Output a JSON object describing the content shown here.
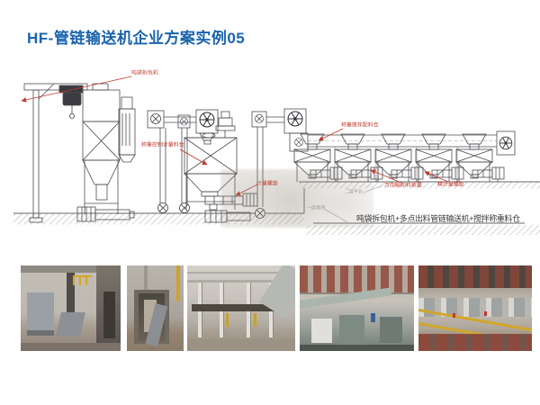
{
  "page": {
    "title": "HF-管链输送机企业方案实例05"
  },
  "colors": {
    "title_blue": "#1a64ad",
    "label_red": "#c0392b",
    "line_gray": "#4d4d52"
  },
  "diagram": {
    "labels": {
      "bag_breaker": "吨袋拆包机",
      "weigh_hopper": "称重控制计量料仓",
      "metering_screw": "计量螺旋",
      "weigh_mix_silo": "称重搅拌配料仓",
      "universal_discharge": "万向轴卸料装置",
      "fine_metering_screw": "精计量螺旋",
      "floor_upper": "二层平台",
      "floor_lower": "一层地坪"
    },
    "caption": "吨袋拆包机+多点出料管链输送机+搅拌称重料仓"
  },
  "photos": {
    "count": 5,
    "items": [
      {
        "name": "bag-unpacker-workshop-photo"
      },
      {
        "name": "doorway-elevator-photo"
      },
      {
        "name": "plant-interior-platform-photo"
      },
      {
        "name": "tanks-and-mixers-photo"
      },
      {
        "name": "production-hall-rows-photo"
      }
    ]
  }
}
